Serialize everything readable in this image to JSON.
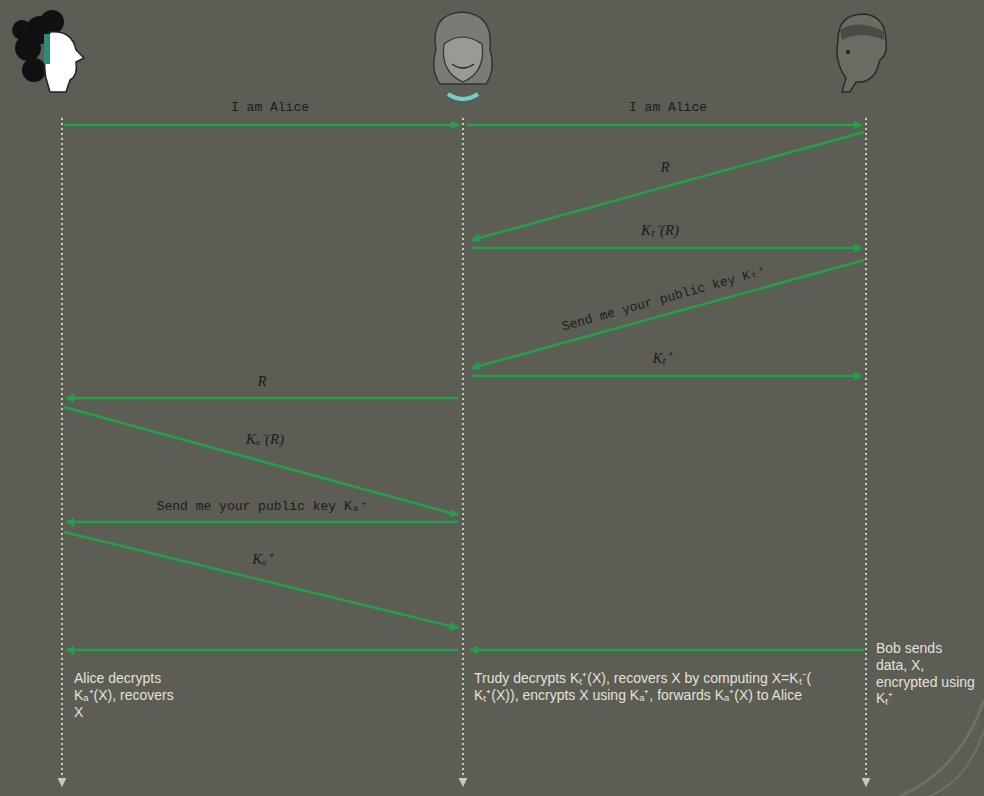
{
  "diagram": {
    "labels": [
      "I am Alice",
      "I am Alice",
      "R",
      "Kₜ⁻(R)",
      "Send me your public key Kₜ⁺",
      "Kₜ⁺",
      "R",
      "Kₐ⁻(R)",
      "Send me your public key Kₐ⁺",
      "Kₐ⁺",
      "Alice decrypts Kₐ⁺(X), recovers X",
      "Trudy decrypts Kₜ⁺(X), recovers X by computing X=Kₜ⁻( Kₜ⁺(X)), encrypts X using Kₐ⁺, forwards Kₐ⁺(X) to Alice",
      "Bob sends data, X, encrypted using Kₜ⁺"
    ]
  }
}
